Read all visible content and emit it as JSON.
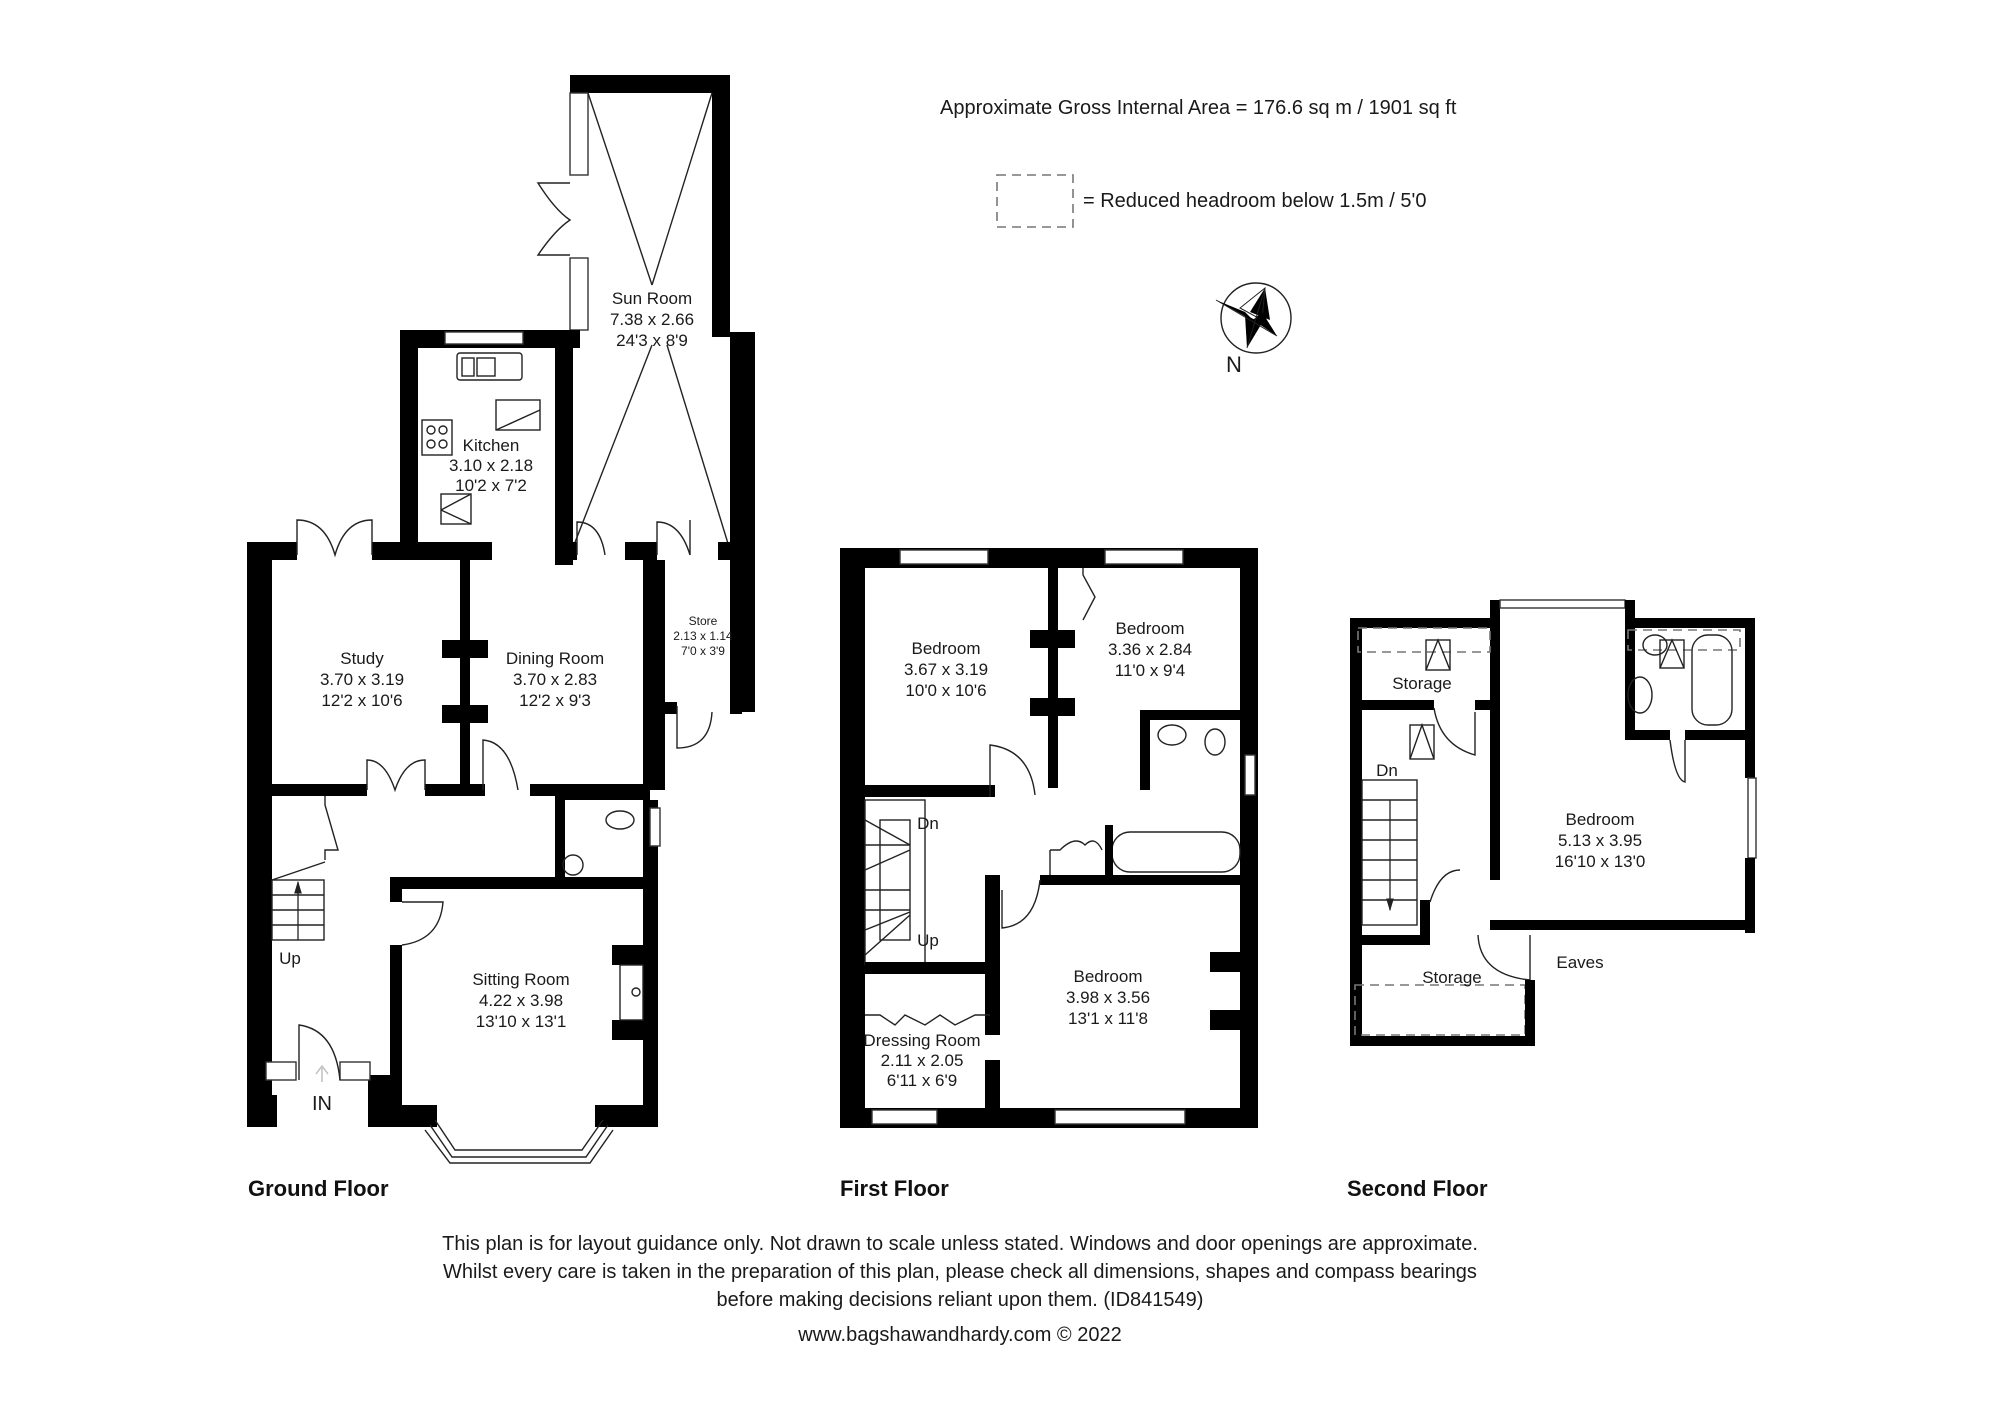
{
  "header": {
    "area_text": "Approximate Gross Internal Area = 176.6 sq m / 1901 sq ft",
    "legend_text": "= Reduced headroom below 1.5m / 5'0"
  },
  "compass": {
    "label": "N"
  },
  "floors": [
    {
      "name": "Ground Floor",
      "rooms": [
        {
          "name": "Sun Room",
          "metric": "7.38 x 2.66",
          "imperial": "24'3 x 8'9"
        },
        {
          "name": "Kitchen",
          "metric": "3.10 x 2.18",
          "imperial": "10'2 x 7'2"
        },
        {
          "name": "Study",
          "metric": "3.70 x 3.19",
          "imperial": "12'2 x 10'6"
        },
        {
          "name": "Dining Room",
          "metric": "3.70 x 2.83",
          "imperial": "12'2 x 9'3"
        },
        {
          "name": "Store",
          "metric": "2.13 x 1.14",
          "imperial": "7'0 x 3'9"
        },
        {
          "name": "Sitting Room",
          "metric": "4.22 x 3.98",
          "imperial": "13'10 x 13'1"
        }
      ],
      "labels": {
        "up": "Up",
        "entrance": "IN"
      }
    },
    {
      "name": "First Floor",
      "rooms": [
        {
          "name": "Bedroom",
          "metric": "3.67 x 3.19",
          "imperial": "10'0 x 10'6"
        },
        {
          "name": "Bedroom",
          "metric": "3.36 x 2.84",
          "imperial": "11'0 x 9'4"
        },
        {
          "name": "Bedroom",
          "metric": "3.98 x 3.56",
          "imperial": "13'1 x 11'8"
        },
        {
          "name": "Dressing Room",
          "metric": "2.11 x 2.05",
          "imperial": "6'11 x 6'9"
        }
      ],
      "labels": {
        "down": "Dn",
        "up": "Up"
      }
    },
    {
      "name": "Second Floor",
      "rooms": [
        {
          "name": "Bedroom",
          "metric": "5.13 x 3.95",
          "imperial": "16'10 x 13'0"
        }
      ],
      "labels": {
        "storage_top": "Storage",
        "storage_bottom": "Storage",
        "eaves": "Eaves",
        "down": "Dn"
      }
    }
  ],
  "footer": {
    "lines": [
      "This plan is for layout guidance only. Not drawn to scale unless stated. Windows and door openings are approximate.",
      "Whilst every care is taken in the preparation of this plan, please check all dimensions, shapes and compass bearings",
      "before making decisions reliant upon them. (ID841549)",
      "www.bagshawandhardy.com © 2022"
    ]
  }
}
